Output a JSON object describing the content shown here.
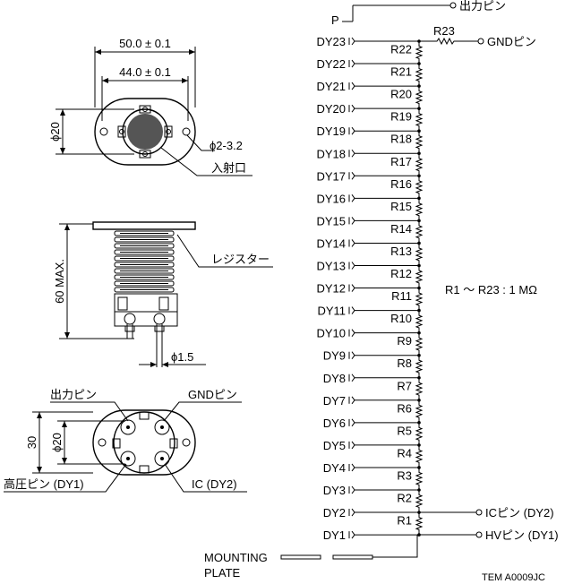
{
  "dims": {
    "width_total": "50.0 ± 0.1",
    "width_inner": "44.0 ± 0.1",
    "diameter_20": "ϕ20",
    "holes": "ϕ2-3.2",
    "window": "入射口",
    "height_max": "60 MAX.",
    "resistor": "レジスター",
    "pin_dia": "ϕ1.5"
  },
  "base_view": {
    "output_pin": "出力ピン",
    "gnd_pin": "GNDピン",
    "hv_pin": "高圧ピン (DY1)",
    "ic_pin": "IC (DY2)",
    "dim_30": "30",
    "dim_phi20": "ϕ20"
  },
  "circuit": {
    "p_label": "P",
    "output_pin": "出力ピン",
    "gnd_pin": "GNDピン",
    "r23": "R23",
    "ic_pin": "ICピン (DY2)",
    "hv_pin": "HVピン (DY1)",
    "resistor_note": "R1 ～ R23 : 1 MΩ",
    "mounting": "MOUNTING",
    "plate": "PLATE",
    "dynodes": [
      "DY23",
      "DY22",
      "DY21",
      "DY20",
      "DY19",
      "DY18",
      "DY17",
      "DY16",
      "DY15",
      "DY14",
      "DY13",
      "DY12",
      "DY11",
      "DY10",
      "DY9",
      "DY8",
      "DY7",
      "DY6",
      "DY5",
      "DY4",
      "DY3",
      "DY2",
      "DY1"
    ],
    "resistors": [
      "R22",
      "R21",
      "R20",
      "R19",
      "R18",
      "R17",
      "R16",
      "R15",
      "R14",
      "R13",
      "R12",
      "R11",
      "R10",
      "R9",
      "R8",
      "R7",
      "R6",
      "R5",
      "R4",
      "R3",
      "R2",
      "R1"
    ]
  },
  "doc_code": "TEM A0009JC"
}
